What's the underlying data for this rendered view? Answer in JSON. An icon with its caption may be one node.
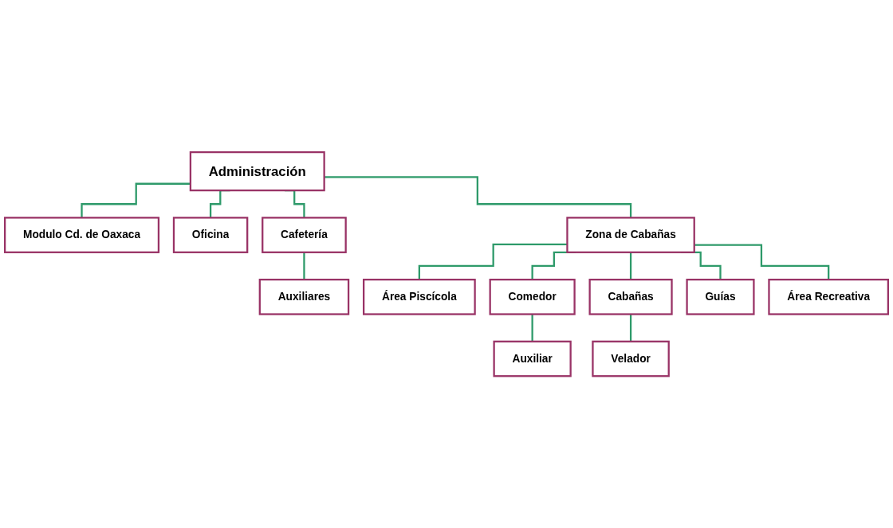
{
  "diagram": {
    "nodes": [
      {
        "text": [
          "Administración"
        ]
      },
      {
        "text": [
          "Modulo Cd. de Oaxaca"
        ]
      },
      {
        "text": [
          "Oficina"
        ]
      },
      {
        "text": [
          "Cafetería"
        ]
      },
      {
        "text": [
          "Zona de Cabañas"
        ]
      },
      {
        "text": [
          "Auxiliares"
        ]
      },
      {
        "text": [
          "Área Piscícola"
        ]
      },
      {
        "text": [
          "Comedor"
        ]
      },
      {
        "text": [
          "Cabañas"
        ]
      },
      {
        "text": [
          "Guías"
        ]
      },
      {
        "text": [
          "Área Recreativa"
        ]
      },
      {
        "text": [
          "Auxiliar"
        ]
      },
      {
        "text": [
          "Velador"
        ]
      }
    ],
    "edges": [
      {
        "from": 0,
        "to": 1,
        "arrow": "none"
      },
      {
        "from": 0,
        "to": 2,
        "arrow": "none"
      },
      {
        "from": 0,
        "to": 3,
        "arrow": "none"
      },
      {
        "from": 0,
        "to": 4,
        "arrow": "none"
      },
      {
        "from": 3,
        "to": 5,
        "arrow": "none"
      },
      {
        "from": 4,
        "to": 6,
        "arrow": "none"
      },
      {
        "from": 4,
        "to": 7,
        "arrow": "none"
      },
      {
        "from": 4,
        "to": 8,
        "arrow": "none"
      },
      {
        "from": 4,
        "to": 9,
        "arrow": "none"
      },
      {
        "from": 4,
        "to": 10,
        "arrow": "none"
      },
      {
        "from": 7,
        "to": 11,
        "arrow": "none"
      },
      {
        "from": 8,
        "to": 12,
        "arrow": "none"
      }
    ]
  }
}
